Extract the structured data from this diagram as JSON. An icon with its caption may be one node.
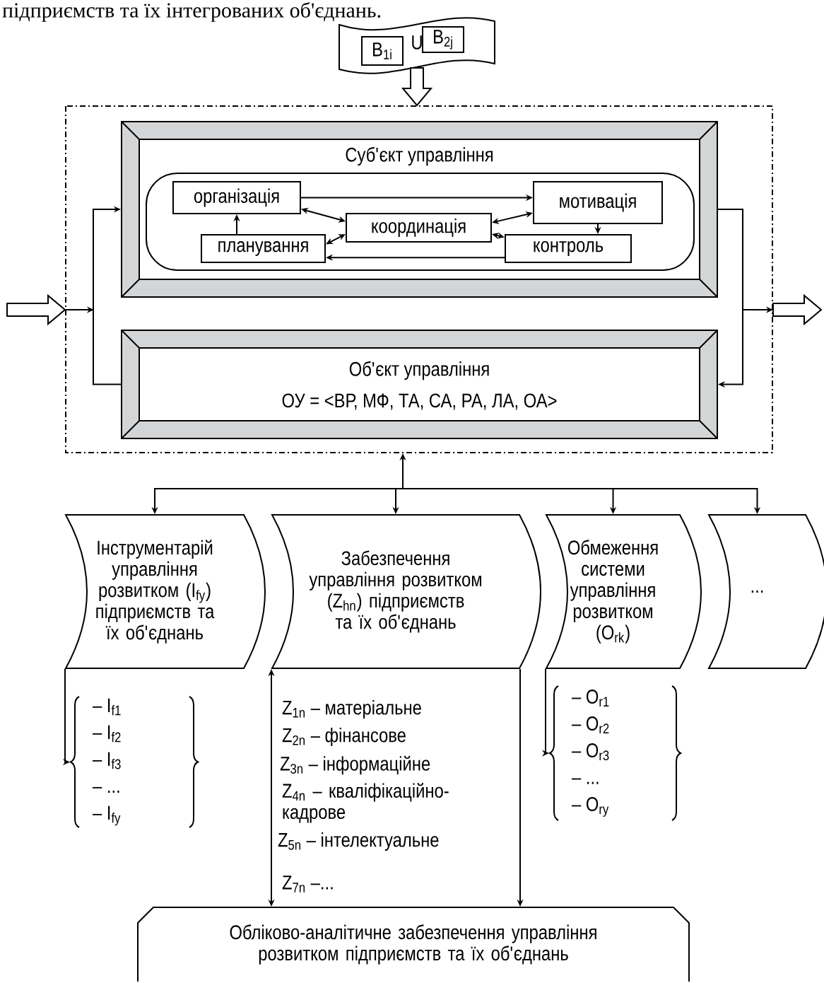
{
  "diagram": {
    "nodes": [
      {
        "text": [
          "U"
        ]
      },
      {
        "text": [
          "B$_{1i}$"
        ],
        "in": 0
      },
      {
        "text": [
          "B$_{2j}$"
        ],
        "in": 0
      },
      {
        "text": [],
        "shape": "box"
      },
      {
        "text": [
          "Суб'єкт управління"
        ],
        "in": 3
      },
      {
        "text": [],
        "shape": "box",
        "in": 4
      },
      {
        "text": [
          "організація"
        ],
        "in": 5
      },
      {
        "text": [
          "мотивація"
        ],
        "in": 5
      },
      {
        "text": [
          "координація"
        ],
        "in": 5
      },
      {
        "text": [
          "планування"
        ],
        "in": 5
      },
      {
        "text": [
          "контроль"
        ],
        "in": 5
      },
      {
        "text": [
          "Об'єкт управління",
          "ОУ = <ВР, МФ, ТА, СА, РА, ЛА, ОА>"
        ],
        "in": 3
      },
      {
        "text": [
          "Інструментарій управління розвитком (I$_{fy}$) підприємств та їх об'єднань"
        ]
      },
      {
        "text": [
          "Забезпечення управління розвитком (Z$_{hn}$) підприємств та їх об'єднань"
        ]
      },
      {
        "text": [
          "Обмеження системи управління розвитком (O$_{rk}$)"
        ]
      },
      {
        "text": [
          "..."
        ]
      },
      {
        "text": [
          "Обліково-аналітичне забезпечення управління розвитком підприємств та їх об'єднань"
        ]
      },
      {
        "text": [
          "– I$_{f1}$",
          "– I$_{f2}$",
          "– I$_{f3}$",
          "– ...",
          "– I$_{fy}$"
        ]
      },
      {
        "text": [
          "– O$_{r1}$",
          "– O$_{r2}$",
          "– O$_{r3}$",
          "– ...",
          "– O$_{ry}$"
        ]
      }
    ],
    "edges": [
      {
        "from": 0,
        "to": 3,
        "arrow": "to",
        "style": "thick"
      },
      {
        "from": null,
        "to": 3,
        "arrow": "to",
        "style": "thick"
      },
      {
        "from": 3,
        "to": null,
        "arrow": "to",
        "style": "thick"
      },
      {
        "from": 11,
        "to": 4,
        "arrow": "to"
      },
      {
        "from": 4,
        "to": 11,
        "arrow": "to"
      },
      {
        "from": 6,
        "to": 7,
        "arrow": "to"
      },
      {
        "from": 6,
        "to": 8,
        "arrow": "both"
      },
      {
        "from": 8,
        "to": 7,
        "arrow": "both"
      },
      {
        "from": 7,
        "to": 10,
        "arrow": "to"
      },
      {
        "from": 8,
        "to": 9,
        "arrow": "both"
      },
      {
        "from": 8,
        "to": 10,
        "arrow": "both"
      },
      {
        "from": 10,
        "to": 9,
        "arrow": "to"
      },
      {
        "from": 9,
        "to": 6,
        "arrow": "to"
      },
      {
        "from": 3,
        "to": 12,
        "arrow": "both"
      },
      {
        "from": 3,
        "to": 13,
        "arrow": "both"
      },
      {
        "from": 3,
        "to": 14,
        "arrow": "both"
      },
      {
        "from": 3,
        "to": 15,
        "arrow": "both"
      },
      {
        "from": 12,
        "to": 17,
        "arrow": "to"
      },
      {
        "from": 14,
        "to": 18,
        "arrow": "to"
      },
      {
        "from": 13,
        "to": 16,
        "arrow": "both"
      },
      {
        "from": 13,
        "to": 16,
        "arrow": "to"
      },
      {
        "from": 4,
        "to": 3,
        "arrow": "to"
      }
    ],
    "labels": [
      "підприємств та їх інтегрованих об'єднань.",
      "Z$_{1n}$ – матеріальне",
      "Z$_{2n}$ – фінансове",
      "Z$_{3n}$ – інформаційне",
      "Z$_{4n}$ – кваліфікаційно-кадрове",
      "Z$_{5n}$ – інтелектуальне",
      "Z$_{7n}$ –..."
    ]
  }
}
